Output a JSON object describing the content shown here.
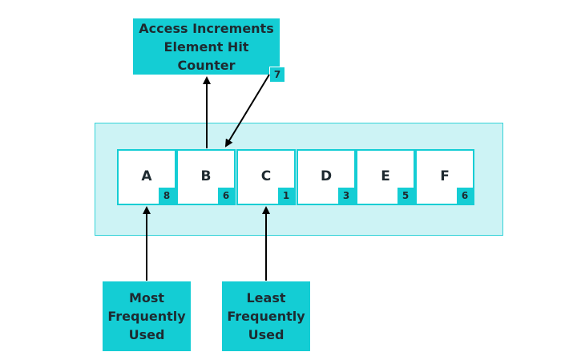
{
  "top_box": {
    "line1": "Access Increments",
    "line2": "Element Hit Counter"
  },
  "hit_badge": "7",
  "cache": {
    "cells": [
      {
        "letter": "A",
        "count": "8"
      },
      {
        "letter": "B",
        "count": "6"
      },
      {
        "letter": "C",
        "count": "1"
      },
      {
        "letter": "D",
        "count": "3"
      },
      {
        "letter": "E",
        "count": "5"
      },
      {
        "letter": "F",
        "count": "6"
      }
    ]
  },
  "mfu_box": {
    "line1": "Most",
    "line2": "Frequently",
    "line3": "Used"
  },
  "lfu_box": {
    "line1": "Least",
    "line2": "Frequently",
    "line3": "Used"
  },
  "colors": {
    "accent": "#14cdd4",
    "container_fill": "#cdf3f5",
    "text": "#1e2a30"
  }
}
